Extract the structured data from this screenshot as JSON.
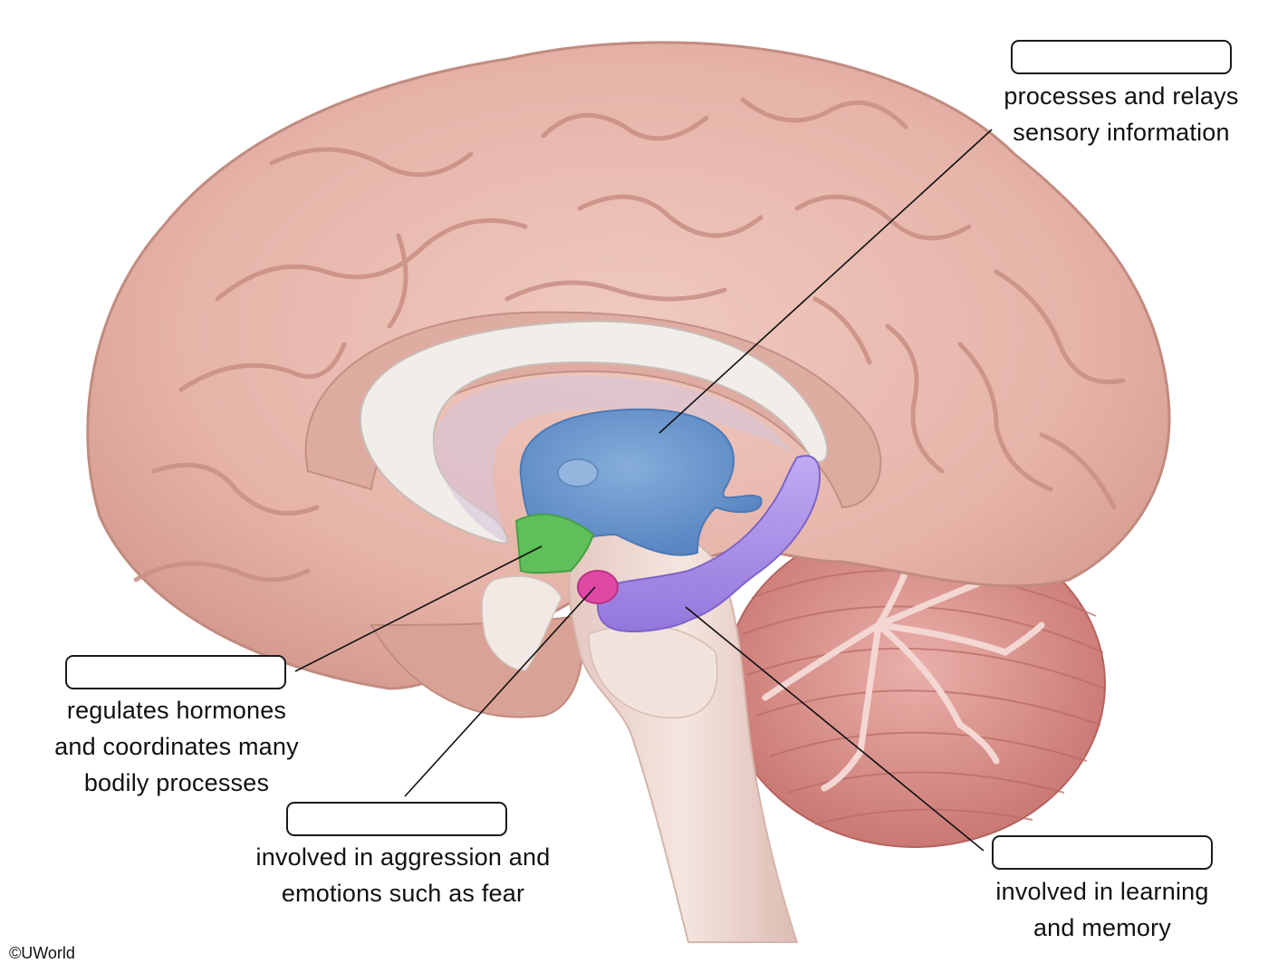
{
  "colors": {
    "cortex": "#e6b6ab",
    "cortex_shadow": "#c98f84",
    "callosum": "#efebe7",
    "thalamus": "#6c98cf",
    "hypothalamus": "#62bf5e",
    "amygdala": "#e04aa6",
    "hippocampus": "#a98fe6",
    "cerebellum": "#d88e88",
    "brainstem": "#eed9d2"
  },
  "labels": {
    "thalamus": {
      "description": [
        "processes and relays",
        "sensory information"
      ]
    },
    "hypothalamus": {
      "description": [
        "regulates hormones",
        "and coordinates many",
        "bodily processes"
      ]
    },
    "amygdala": {
      "description": [
        "involved in aggression and",
        "emotions such as fear"
      ]
    },
    "hippocampus": {
      "description": [
        "involved in learning",
        "and memory"
      ]
    }
  },
  "copyright": "©UWorld"
}
